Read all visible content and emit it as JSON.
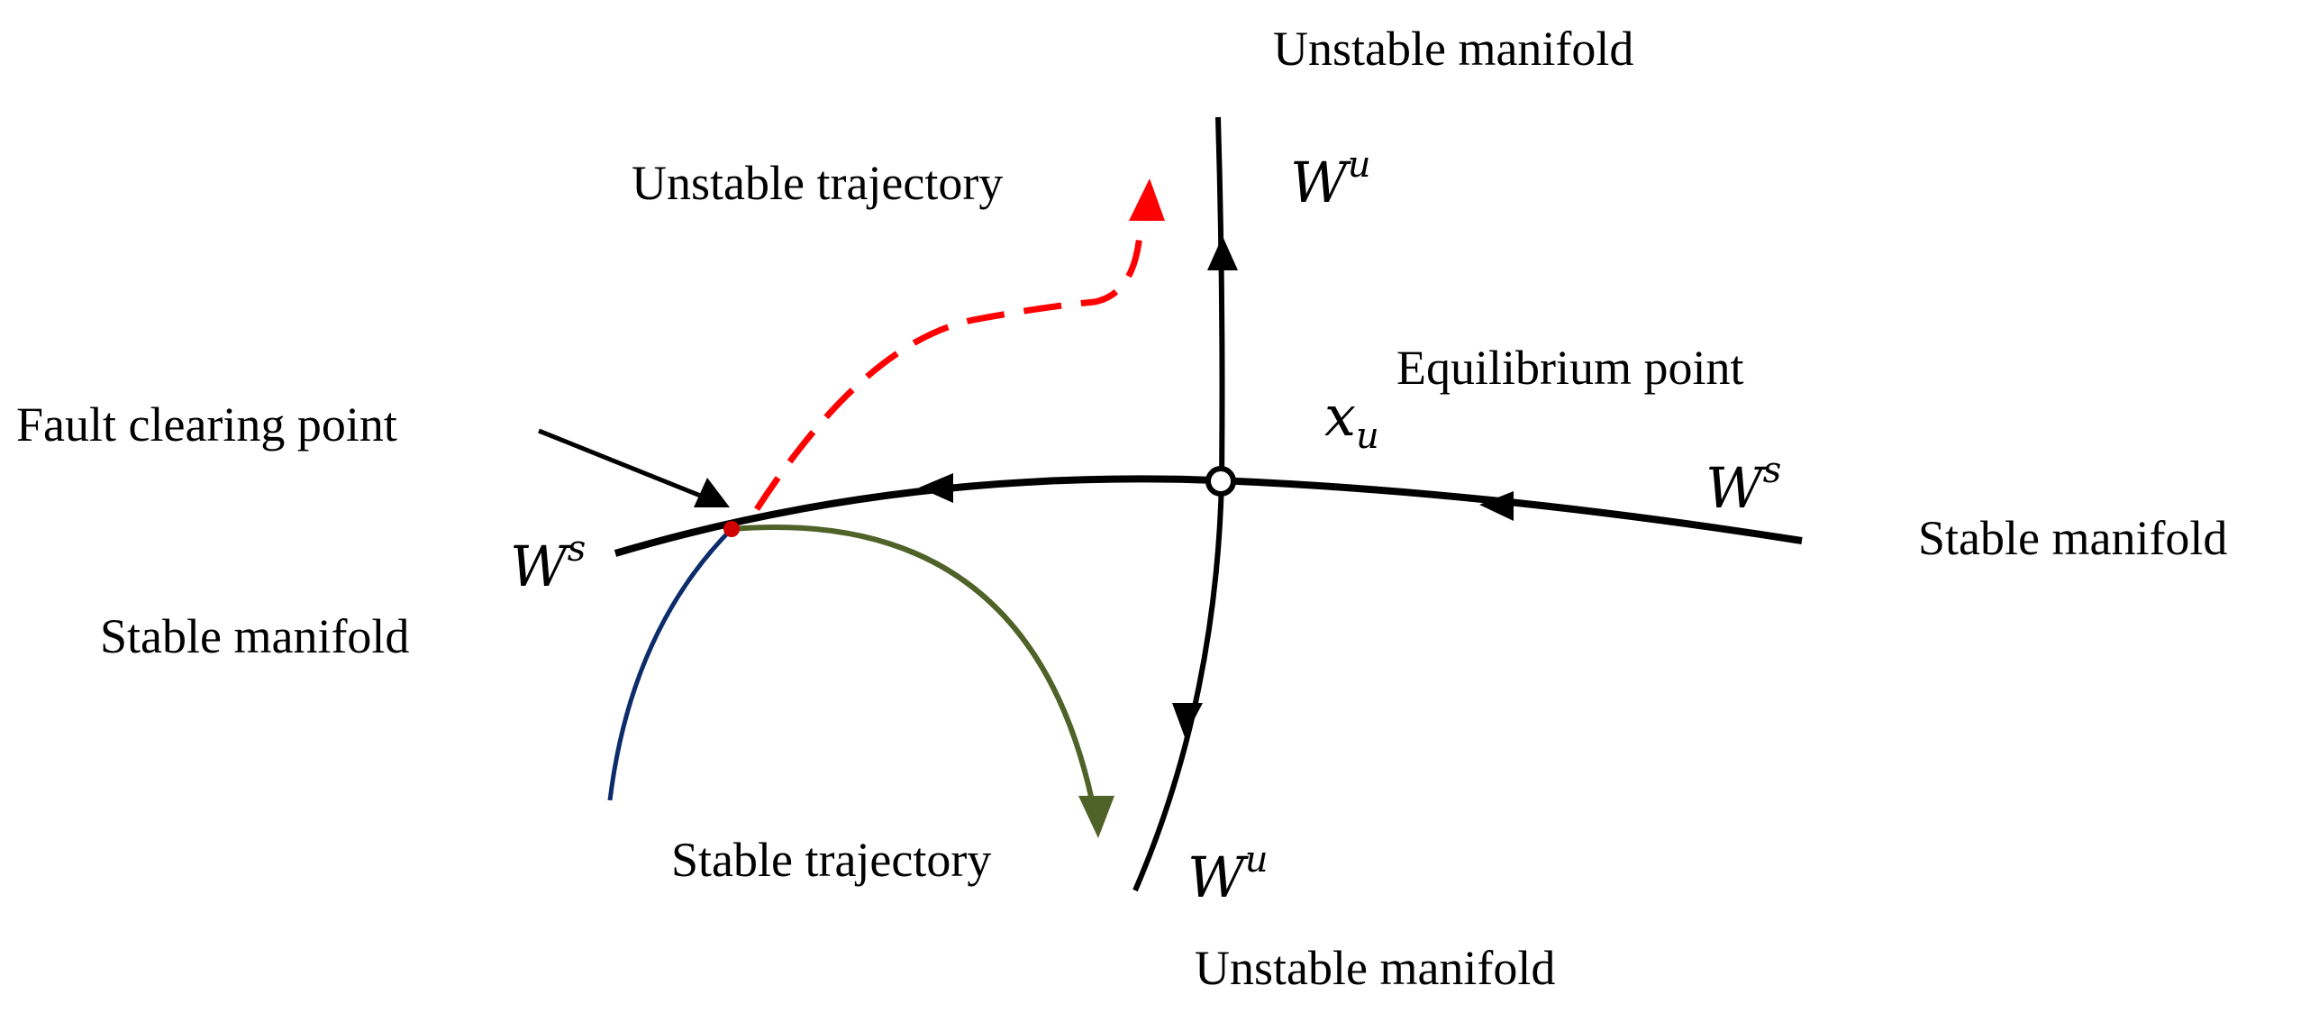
{
  "labels": {
    "unstable_manifold_top": "Unstable manifold",
    "unstable_trajectory": "Unstable trajectory",
    "equilibrium_point": "Equilibrium point",
    "fault_clearing_point": "Fault clearing point",
    "stable_manifold_right": "Stable manifold",
    "stable_manifold_left": "Stable manifold",
    "stable_trajectory": "Stable trajectory",
    "unstable_manifold_bottom": "Unstable manifold"
  },
  "symbols": {
    "wu_top": {
      "base": "W",
      "sup": "u"
    },
    "wu_bottom": {
      "base": "W",
      "sup": "u"
    },
    "ws_right": {
      "base": "W",
      "sup": "s"
    },
    "ws_left": {
      "base": "W",
      "sup": "s"
    },
    "xu": {
      "base": "x",
      "sub": "u"
    }
  },
  "colors": {
    "manifold": "#000000",
    "unstable_trajectory": "#ff0000",
    "stable_trajectory": "#4f6228",
    "pre_fault_trajectory": "#0c2c6b",
    "fault_point": "#d10000"
  }
}
